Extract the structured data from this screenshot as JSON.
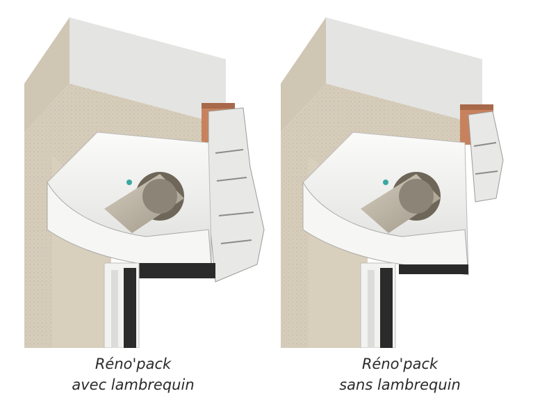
{
  "figures": [
    {
      "caption_line1": "Réno'pack",
      "caption_line2": "avec lambrequin"
    },
    {
      "caption_line1": "Réno'pack",
      "caption_line2": "sans lambrequin"
    }
  ],
  "colors": {
    "wall_face": "#d9d0bf",
    "wall_shadow": "#c6bba7",
    "lintel_top": "#e6e6e4",
    "wood": "#c7825d",
    "pvc": "#f4f4f2",
    "roll": "#bdb6a8"
  }
}
